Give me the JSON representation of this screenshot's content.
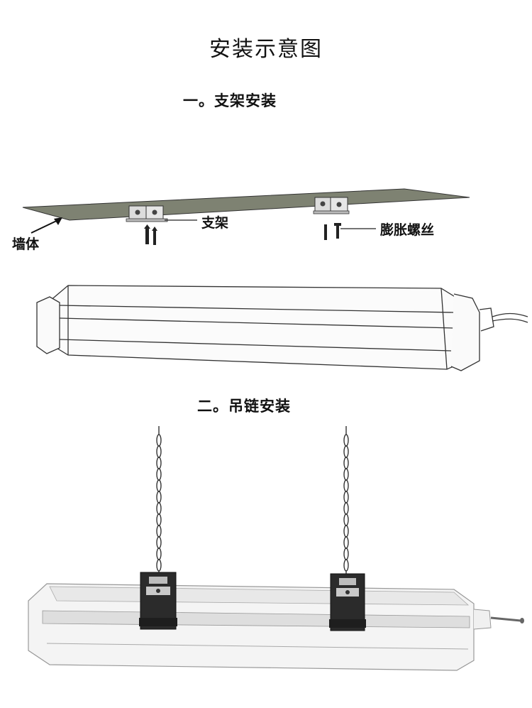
{
  "title": "安装示意图",
  "sections": [
    {
      "label": "一。支架安装"
    },
    {
      "label": "二。吊链安装"
    }
  ],
  "callouts": {
    "bracket": "支架",
    "expansion_screw": "膨胀螺丝",
    "wall": "墙体"
  },
  "colors": {
    "wall_surface": "#7e8272",
    "bracket_metal": "#d9d9d9",
    "clip_black": "#2b2b2b",
    "line": "#222222"
  }
}
